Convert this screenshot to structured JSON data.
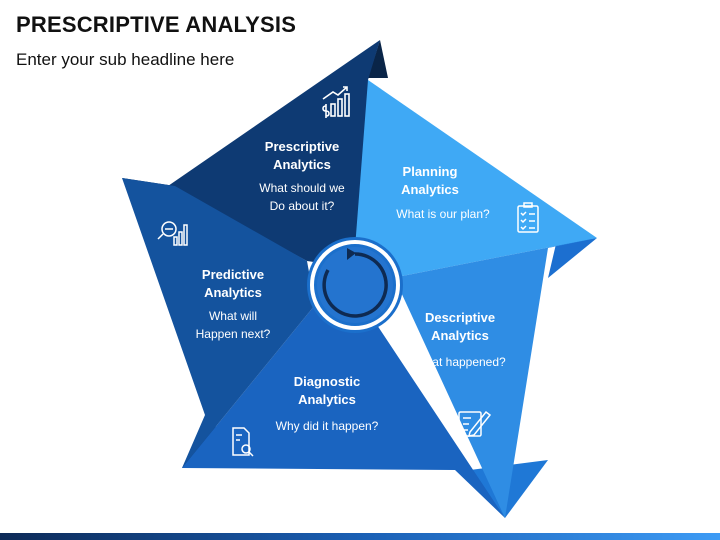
{
  "header": {
    "title": "PRESCRIPTIVE ANALYSIS",
    "subtitle": "Enter your sub headline here"
  },
  "segments": [
    {
      "title_line1": "Prescriptive",
      "title_line2": "Analytics",
      "desc_line1": "What should we",
      "desc_line2": "Do about it?",
      "icon": "dollar-growth-chart-icon",
      "color": "#0e3a73"
    },
    {
      "title_line1": "Planning",
      "title_line2": "Analytics",
      "desc_line1": "What is our plan?",
      "desc_line2": "",
      "icon": "checklist-icon",
      "color": "#3fa9f5"
    },
    {
      "title_line1": "Descriptive",
      "title_line2": "Analytics",
      "desc_line1": "What happened?",
      "desc_line2": "",
      "icon": "pencil-note-icon",
      "color": "#2f8de4"
    },
    {
      "title_line1": "Diagnostic",
      "title_line2": "Analytics",
      "desc_line1": "Why did it happen?",
      "desc_line2": "",
      "icon": "document-search-icon",
      "color": "#1a64c0"
    },
    {
      "title_line1": "Predictive",
      "title_line2": "Analytics",
      "desc_line1": "What will",
      "desc_line2": "Happen next?",
      "icon": "magnifier-chart-icon",
      "color": "#14539e"
    }
  ]
}
